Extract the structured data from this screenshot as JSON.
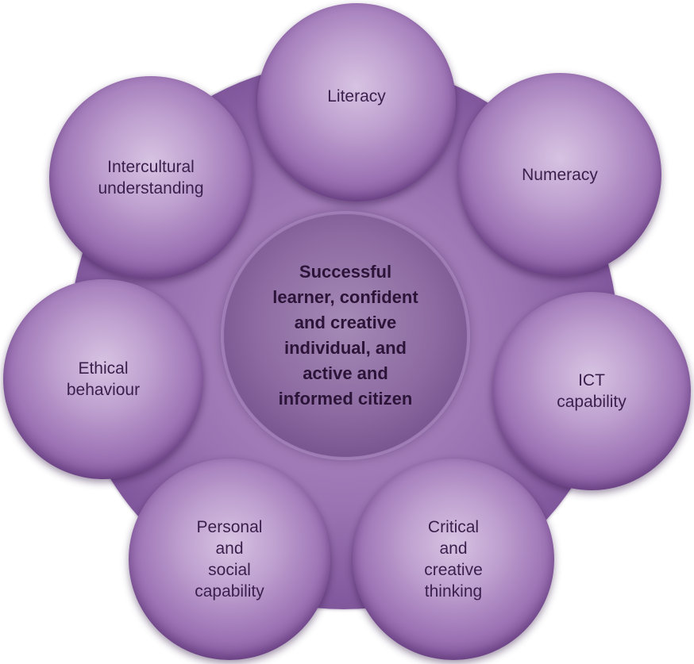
{
  "center": {
    "label": "Successful\nlearner, confident\nand creative\nindividual, and\nactive and\ninformed citizen"
  },
  "capabilities": {
    "literacy": "Literacy",
    "numeracy": "Numeracy",
    "ict": "ICT\ncapability",
    "critical": "Critical\nand\ncreative\nthinking",
    "personal": "Personal\nand\nsocial\ncapability",
    "ethical": "Ethical\nbehaviour",
    "intercultural": "Intercultural\nunderstanding"
  },
  "colors": {
    "bubble_light": "#d7c3e2",
    "bubble_mid": "#9c72b4",
    "bubble_dark": "#5e3878",
    "text": "#3a1f4c"
  }
}
